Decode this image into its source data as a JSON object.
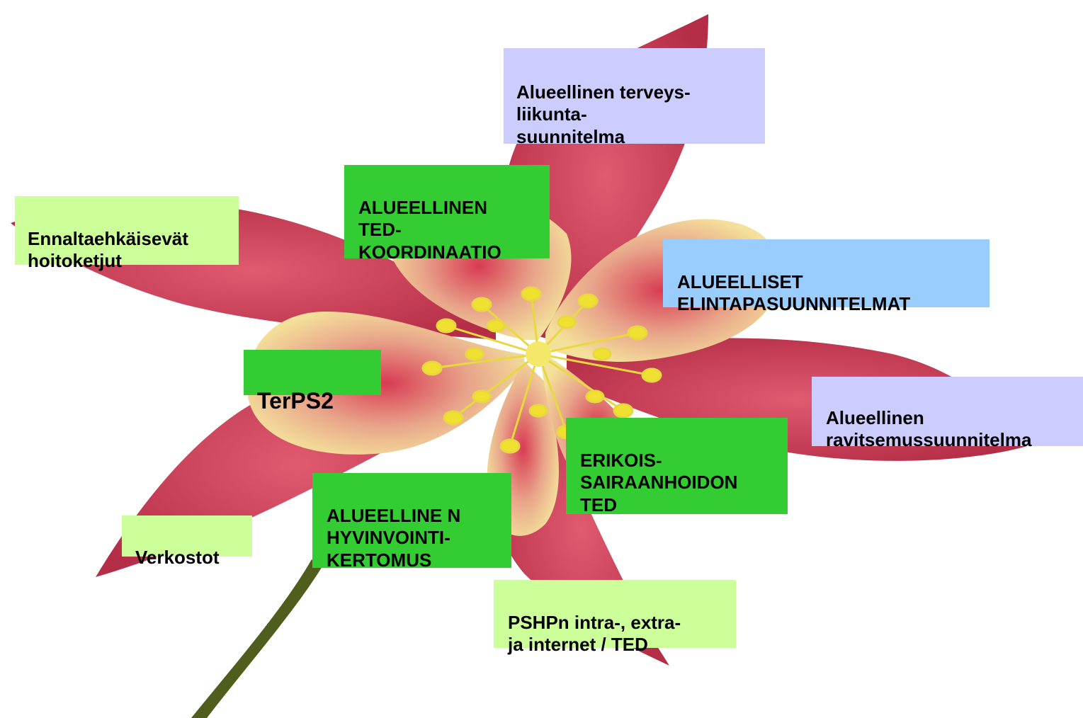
{
  "colors": {
    "lavender_box": "#ccccff",
    "light_green_box": "#ccff99",
    "green_box": "#33cc33",
    "blue_box": "#99ccff",
    "petal_red": "#c8384f",
    "petal_yellow": "#f2df8e",
    "stamen_yellow": "#f0e030",
    "stem": "#4a5a1a"
  },
  "labels": {
    "terveysliikunta": "Alueellinen terveys-\nliikunta-\nsuunnitelma",
    "ted_koordinaatio": "ALUEELLINEN\nTED-\nKOORDINAATIO",
    "ennaltaehkaisevat": "Ennaltaehkäisevät\n hoitoketjut",
    "elintapasuunnitelmat": "ALUEELLISET\nELINTAPASUUNNITELMAT",
    "terps2": "TerPS2",
    "ravitsemus": "Alueellinen\nravitsemussuunnitelma",
    "erikoissairaanhoito": "ERIKOIS-\nSAIRAANHOIDON\nTED",
    "hyvinvointikertomus": "ALUEELLINE N\nHYVINVOINTI-\nKERTOMUS",
    "verkostot": "Verkostot",
    "pshp": "PSHPn intra-, extra-\nja internet / TED"
  }
}
